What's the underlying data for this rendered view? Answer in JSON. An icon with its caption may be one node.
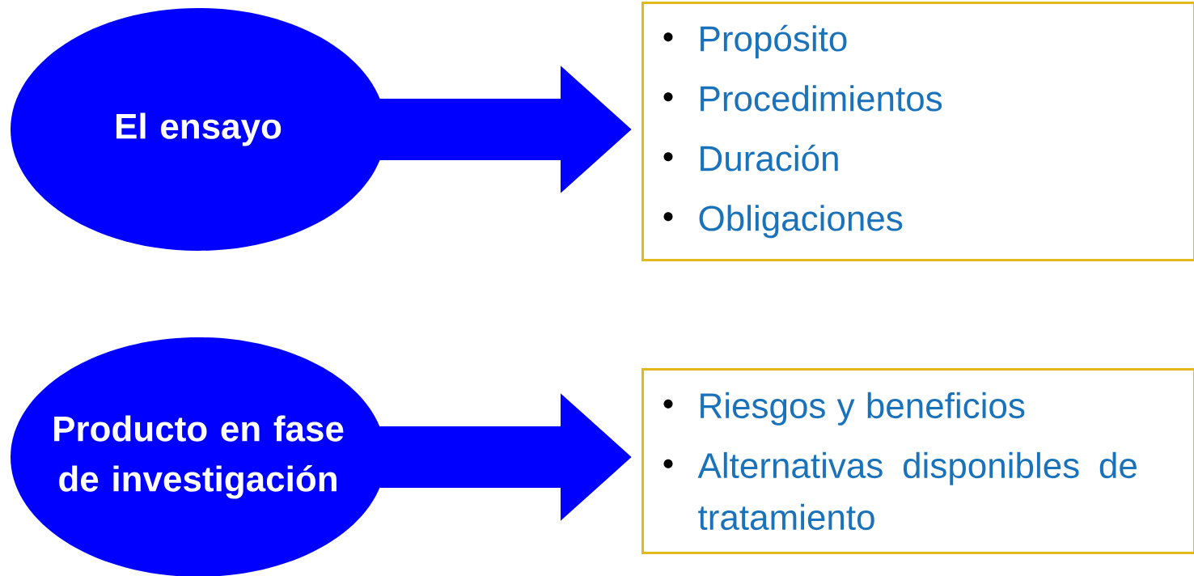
{
  "diagram": {
    "nodes": [
      {
        "text": [
          "El ensayo"
        ]
      },
      {
        "text": [
          "Propósito",
          "Procedimientos",
          "Duración",
          "Obligaciones"
        ]
      },
      {
        "text": [
          "Producto en fase de investigación"
        ]
      },
      {
        "text": [
          "Riesgos y beneficios",
          "Alternativas disponibles de tratamiento"
        ]
      }
    ],
    "edges": [
      {
        "from": 0,
        "to": 1,
        "arrow": "to"
      },
      {
        "from": 2,
        "to": 3,
        "arrow": "to"
      }
    ]
  }
}
